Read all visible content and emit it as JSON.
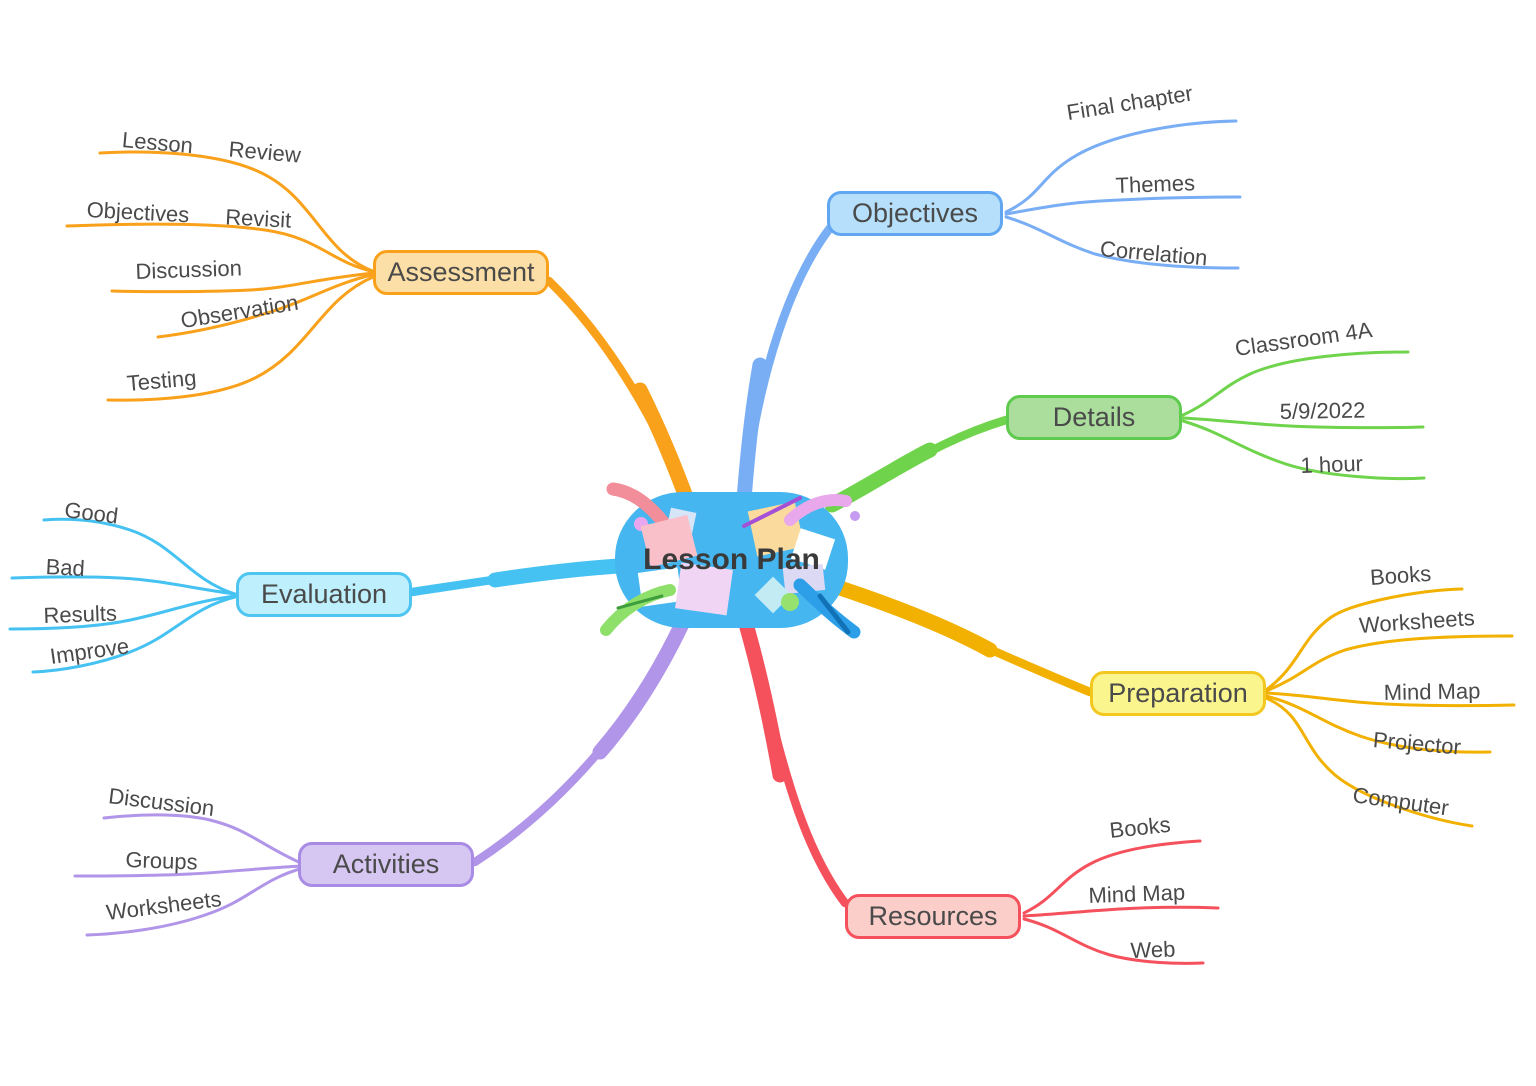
{
  "center": {
    "label": "Lesson Plan",
    "fill": "#45B6F0",
    "text_color": "#3A3A3A"
  },
  "text_color": "#4A4A4A",
  "branches": [
    {
      "id": "objectives",
      "label": "Objectives",
      "color": "#79AEF5",
      "fill": "#B5DFFA",
      "border": "#61A6F1",
      "children": [
        "Final chapter",
        "Themes",
        "Correlation"
      ]
    },
    {
      "id": "details",
      "label": "Details",
      "color": "#6FD44C",
      "fill": "#ABDD9C",
      "border": "#5FCB4E",
      "children": [
        "Classroom 4A",
        "5/9/2022",
        "1 hour"
      ]
    },
    {
      "id": "preparation",
      "label": "Preparation",
      "color": "#F2B100",
      "fill": "#FAF58D",
      "border": "#F2C71F",
      "children": [
        "Books",
        "Worksheets",
        "Mind Map",
        "Projector",
        "Computer"
      ]
    },
    {
      "id": "resources",
      "label": "Resources",
      "color": "#F4515C",
      "fill": "#FBCEC9",
      "border": "#F4515C",
      "children": [
        "Books",
        "Mind Map",
        "Web"
      ]
    },
    {
      "id": "activities",
      "label": "Activities",
      "color": "#B195E9",
      "fill": "#D6C7F2",
      "border": "#A88BE4",
      "children": [
        "Discussion",
        "Groups",
        "Worksheets"
      ]
    },
    {
      "id": "evaluation",
      "label": "Evaluation",
      "color": "#45C2F2",
      "fill": "#BEEFFC",
      "border": "#4DC5F0",
      "children": [
        "Good",
        "Bad",
        "Results",
        "Improve"
      ]
    },
    {
      "id": "assessment",
      "label": "Assessment",
      "color": "#F9A11B",
      "fill": "#FCDFA6",
      "border": "#F9A11B",
      "children": [
        "Lesson Review",
        "Objectives Revisit",
        "Discussion",
        "Observation",
        "Testing"
      ]
    }
  ]
}
